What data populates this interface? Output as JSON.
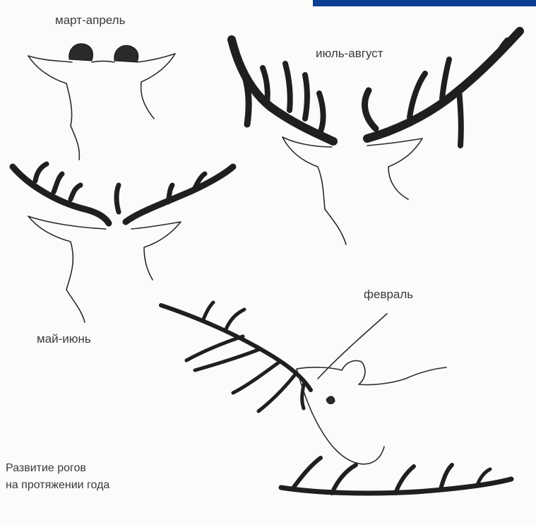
{
  "labels": {
    "march_april": "март-апрель",
    "july_august": "июль-август",
    "may_june": "май-июнь",
    "february": "февраль"
  },
  "caption": {
    "line1": "Развитие рогов",
    "line2": "на протяжении года"
  },
  "colors": {
    "ink": "#2b2b2b",
    "paper": "#fbfbfa",
    "corner_band": "#0b3f93"
  }
}
